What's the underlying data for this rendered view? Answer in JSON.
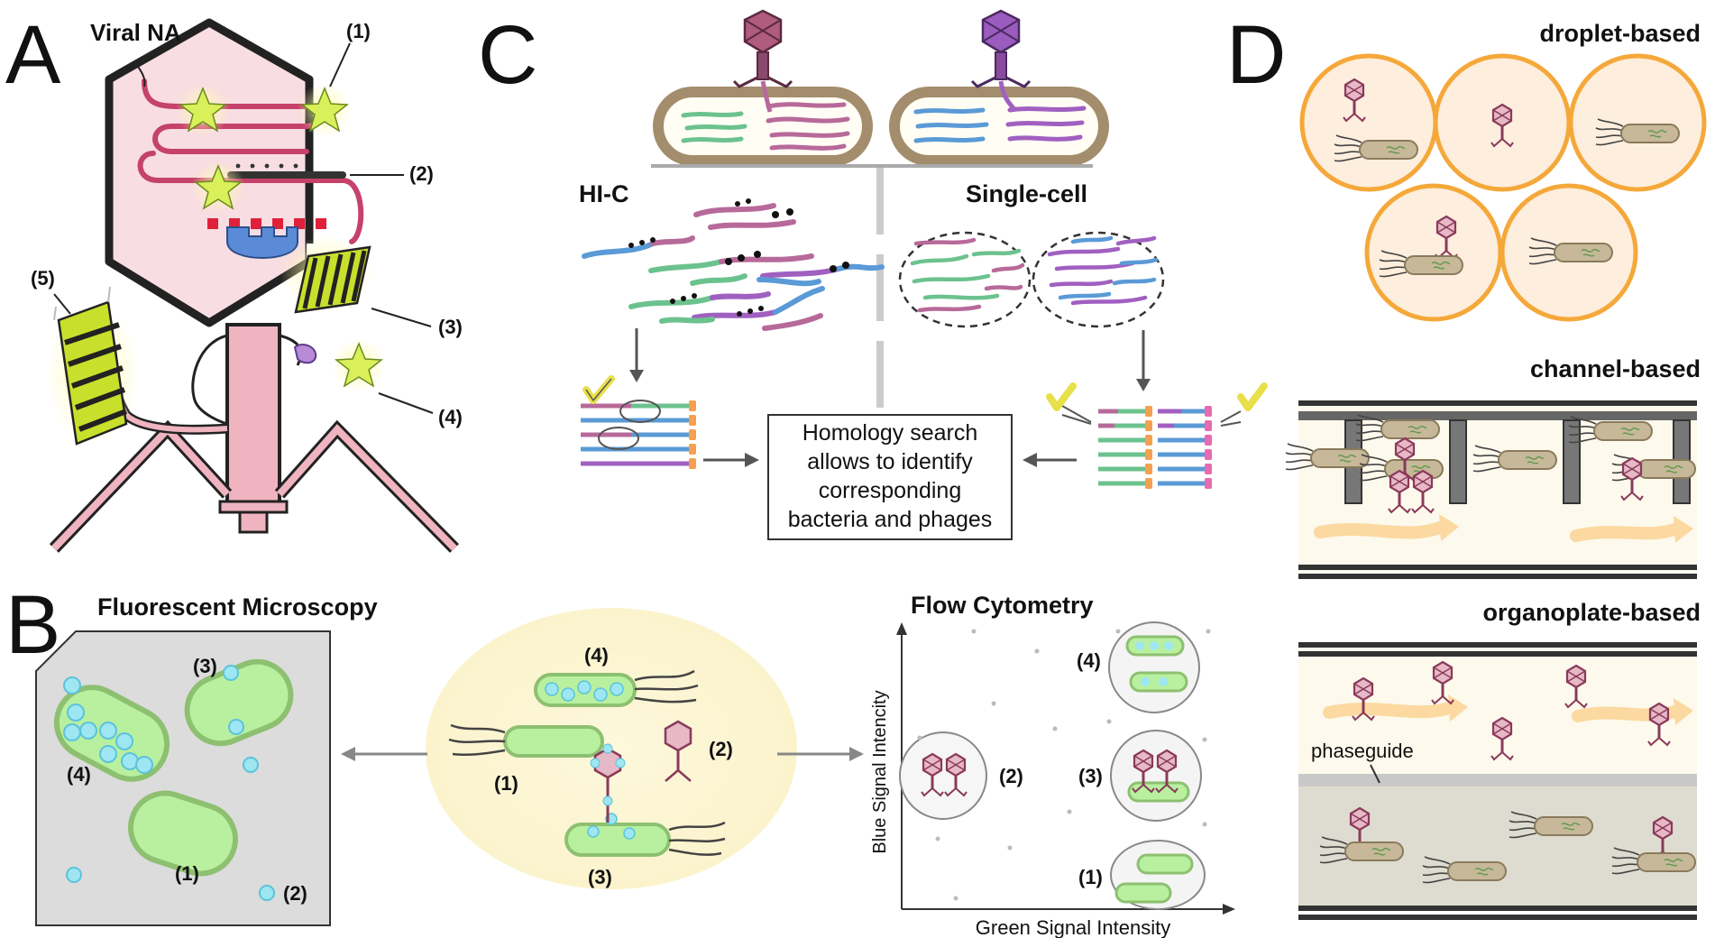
{
  "panels": {
    "a": {
      "letter": "A",
      "viral_na_label": "Viral NA",
      "markers": [
        "(1)",
        "(2)",
        "(3)",
        "(4)",
        "(5)"
      ]
    },
    "b": {
      "letter": "B",
      "microscopy_title": "Fluorescent Microscopy",
      "microscopy_labels": [
        "(3)",
        "(4)",
        "(1)",
        "(2)"
      ],
      "sample_labels": [
        "(4)",
        "(2)",
        "(1)",
        "(3)"
      ],
      "flow_title": "Flow Cytometry",
      "flow_xlabel": "Green Signal Intensity",
      "flow_ylabel": "Blue Signal Intencity",
      "flow_gate_labels": [
        "(4)",
        "(2)",
        "(3)",
        "(1)"
      ]
    },
    "c": {
      "letter": "C",
      "hic_label": "HI-C",
      "single_cell_label": "Single-cell",
      "homology_box": [
        "Homology search",
        "allows to identify",
        "corresponding",
        "bacteria and phages"
      ]
    },
    "d": {
      "letter": "D",
      "droplet_label": "droplet-based",
      "channel_label": "channel-based",
      "organoplate_label": "organoplate-based",
      "phaseguide_label": "phaseguide"
    }
  },
  "colors": {
    "phage_red": "#c5426a",
    "capsid_fill": "#f8dde2",
    "phage_purple": "#8a4a6e",
    "cell_green": "#b8f0a0",
    "cell_outline": "#8dc070",
    "star_yellow": "#d9f05a",
    "droplet_orange": "#f5a83a",
    "cyan_dot": "#9ee6f2",
    "sample_yellow": "#fdf7d6",
    "arrow_grey": "#888888",
    "bacterium_tan": "#a39070"
  }
}
